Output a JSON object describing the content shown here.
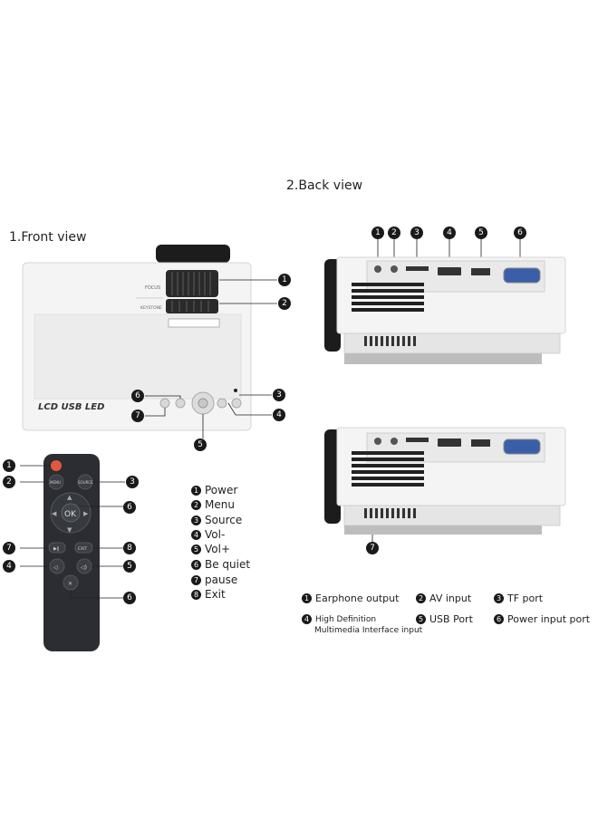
{
  "back_view_title": "2.Back view",
  "front_view_title": "1.Front view",
  "front_panel": {
    "focus_label": "FOCUS",
    "keystone_label": "KEYSTONE",
    "brand_text": "LCD USB LED"
  },
  "callout_numbers": [
    "1",
    "2",
    "3",
    "4",
    "5",
    "6",
    "7",
    "8"
  ],
  "remote": {
    "menu_label": "MENU",
    "source_label": "SOURCE",
    "ok_label": "OK",
    "exit_label": "EXIT"
  },
  "remote_legend": [
    {
      "num": "1",
      "label": "Power"
    },
    {
      "num": "2",
      "label": "Menu"
    },
    {
      "num": "3",
      "label": "Source"
    },
    {
      "num": "4",
      "label": "Vol-"
    },
    {
      "num": "5",
      "label": "Vol+"
    },
    {
      "num": "6",
      "label": "Be quiet"
    },
    {
      "num": "7",
      "label": "pause"
    },
    {
      "num": "8",
      "label": "Exit"
    }
  ],
  "port_legend": [
    {
      "num": "1",
      "label": "Earphone output"
    },
    {
      "num": "2",
      "label": "AV input"
    },
    {
      "num": "3",
      "label": "TF port"
    },
    {
      "num": "4",
      "label_line1": "High Definition",
      "label_line2": "Multimedia Interface input"
    },
    {
      "num": "5",
      "label": "USB Port"
    },
    {
      "num": "6",
      "label": "Power input port"
    }
  ]
}
